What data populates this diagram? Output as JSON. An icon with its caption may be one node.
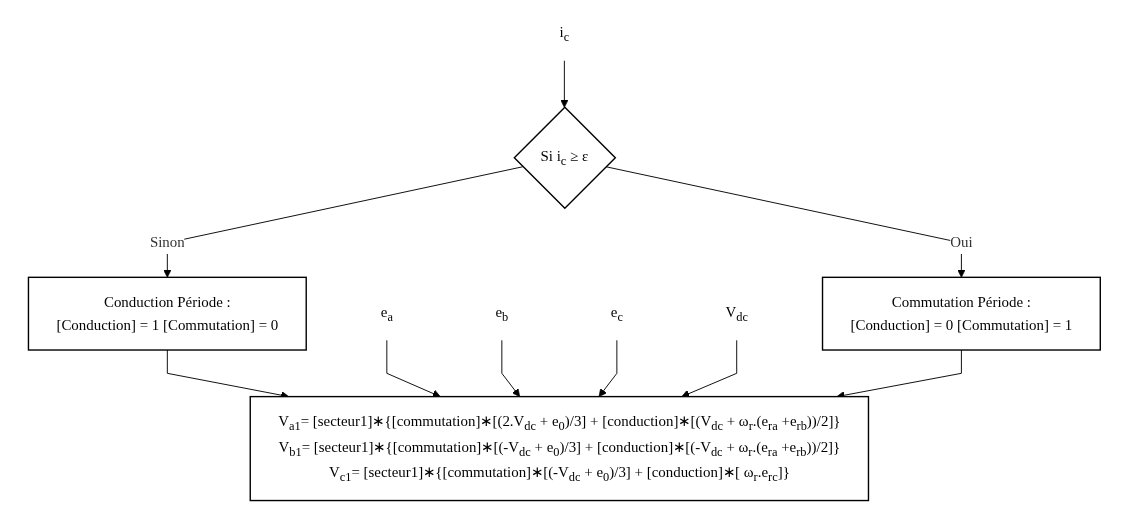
{
  "diagram": {
    "nodes": [
      {
        "text": [
          "i$_{c}$"
        ]
      },
      {
        "text": [
          "Si i$_{c}$ ≥ ε"
        ]
      },
      {
        "text": [
          "Conduction Période :",
          "[Conduction] = 1 [Commutation] = 0"
        ]
      },
      {
        "text": [
          "Commutation Période :",
          "[Conduction] = 0 [Commutation] = 1"
        ]
      },
      {
        "text": [
          "e$_{a}$"
        ]
      },
      {
        "text": [
          "e$_{b}$"
        ]
      },
      {
        "text": [
          "e$_{c}$"
        ]
      },
      {
        "text": [
          "V$_{dc}$"
        ]
      },
      {
        "text": [
          "V$_{a1}$= [secteur1]∗{[commutation]∗[(2.V$_{dc}$ + e$_{0}$)/3] + [conduction]∗[(V$_{dc}$ + ω$_{r}$.(e$_{ra}$ +e$_{rb}$))/2]}",
          "V$_{b1}$= [secteur1]∗{[commutation]∗[(-V$_{dc}$ + e$_{0}$)/3] + [conduction]∗[(-V$_{dc}$ + ω$_{r}$.(e$_{ra}$ +e$_{rb}$))/2]}",
          "V$_{c1}$= [secteur1]∗{[commutation]∗[(-V$_{dc}$ + e$_{0}$)/3] + [conduction]∗[ ω$_{r}$.e$_{rc}$]}"
        ]
      }
    ],
    "edges": [
      {
        "from": 0,
        "to": 1,
        "arrow": "to"
      },
      {
        "from": 1,
        "to": 2,
        "label": "Sinon",
        "arrow": "to"
      },
      {
        "from": 1,
        "to": 3,
        "label": "Oui",
        "arrow": "to"
      },
      {
        "from": 2,
        "to": 8,
        "arrow": "to"
      },
      {
        "from": 4,
        "to": 8,
        "arrow": "to"
      },
      {
        "from": 5,
        "to": 8,
        "arrow": "to"
      },
      {
        "from": 6,
        "to": 8,
        "arrow": "to"
      },
      {
        "from": 7,
        "to": 8,
        "arrow": "to"
      },
      {
        "from": 3,
        "to": 8,
        "arrow": "to"
      }
    ]
  }
}
